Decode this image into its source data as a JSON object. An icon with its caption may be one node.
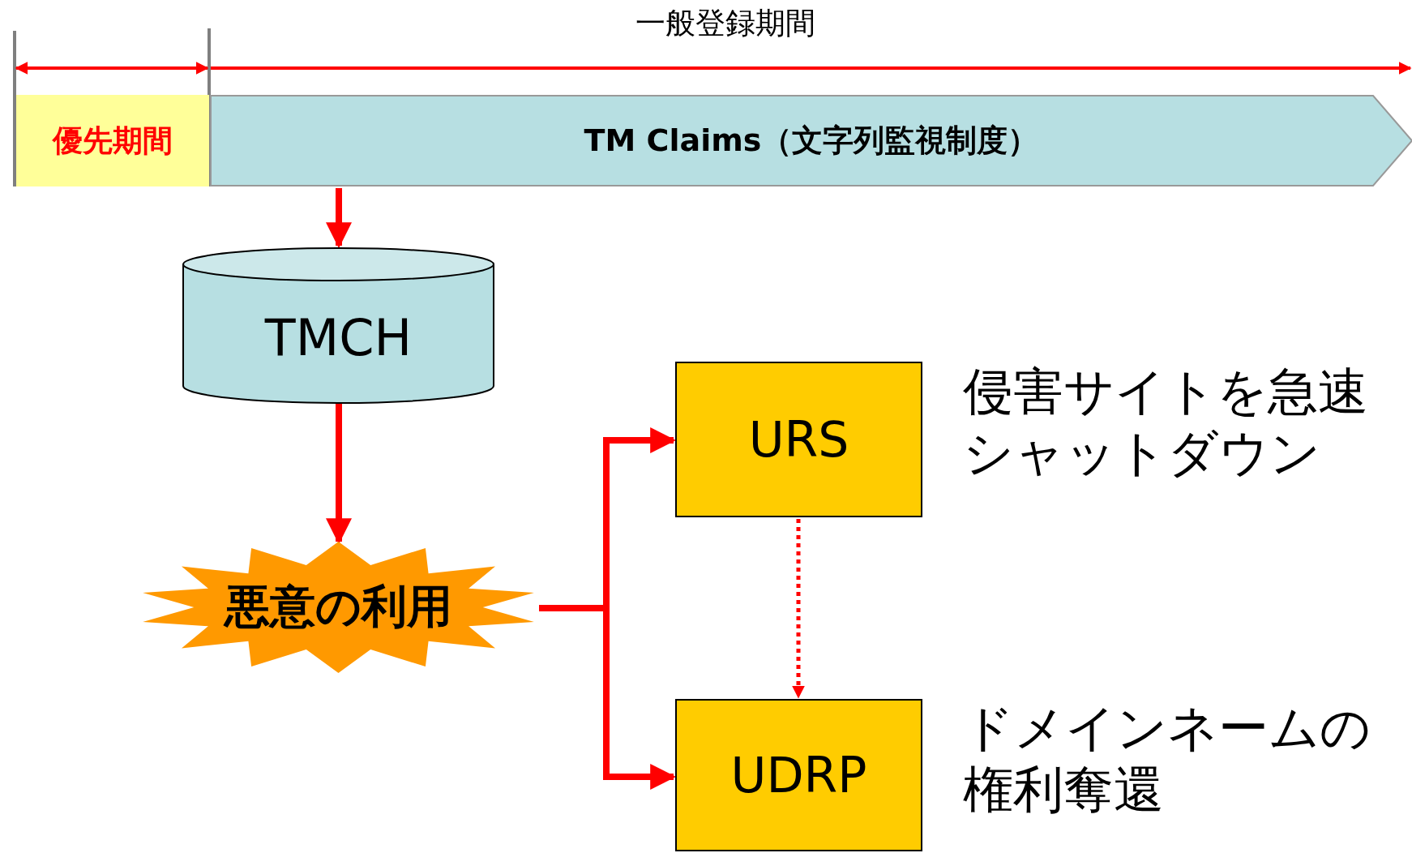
{
  "diagram": {
    "nodes": [
      {
        "text": [
          "優先期間"
        ]
      },
      {
        "text": [
          "TM Claims（文字列監視制度）"
        ]
      },
      {
        "text": [
          "TMCH"
        ]
      },
      {
        "text": [
          "悪意の利用"
        ]
      },
      {
        "text": [
          "URS"
        ],
        "beside": [
          "侵害サイトを急速シャットダウン"
        ]
      },
      {
        "text": [
          "UDRP"
        ],
        "beside": [
          "ドメインネームの権利奪還"
        ]
      }
    ],
    "edges": [
      {
        "from": 1,
        "to": 2,
        "arrow": "to"
      },
      {
        "from": 2,
        "to": 3,
        "arrow": "to"
      },
      {
        "from": 3,
        "to": 4,
        "arrow": "to"
      },
      {
        "from": 3,
        "to": 5,
        "arrow": "to"
      },
      {
        "from": 4,
        "to": 5,
        "arrow": "to",
        "style": "dashed"
      }
    ],
    "labels": [
      "一般登録期間"
    ]
  }
}
